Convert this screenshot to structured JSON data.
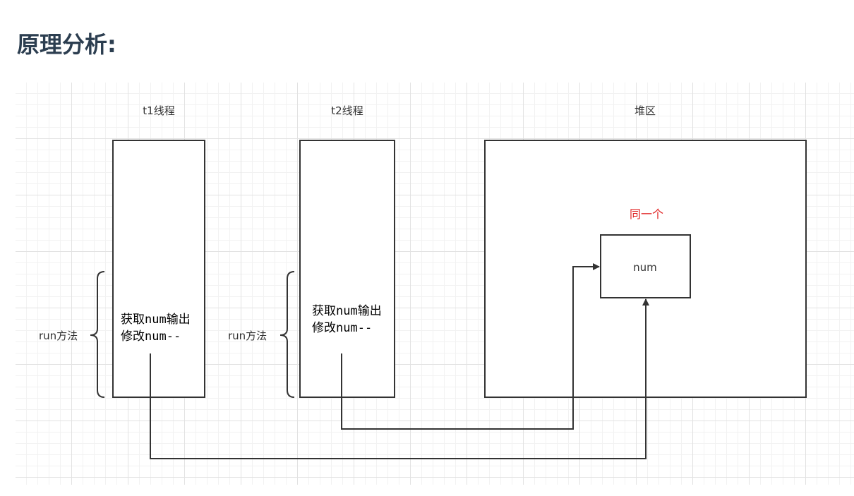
{
  "heading": "原理分析:",
  "diagram": {
    "thread1": {
      "title": "t1线程",
      "method_label": "run方法",
      "line1": "获取num输出",
      "line2": "修改num--"
    },
    "thread2": {
      "title": "t2线程",
      "method_label": "run方法",
      "line1": "获取num输出",
      "line2": "修改num--"
    },
    "heap": {
      "title": "堆区",
      "note": "同一个",
      "variable": "num"
    },
    "colors": {
      "note": "#e02020",
      "lines": "#333333",
      "heading": "#2c3e50"
    }
  }
}
